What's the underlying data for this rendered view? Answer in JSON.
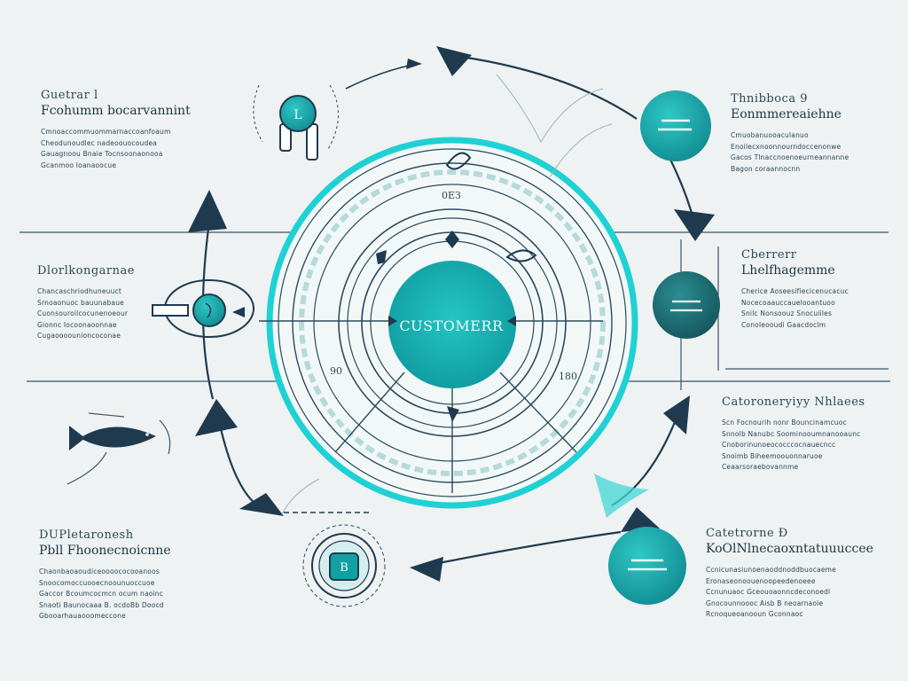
{
  "center": {
    "label": "CUSTOMERR"
  },
  "ring_labels": {
    "top": "0EЗ",
    "left": "90",
    "right": "180"
  },
  "blocks": {
    "top_left": {
      "heading": "Guetrar l",
      "subheading": "Fcohumm bocarvannint",
      "lines": [
        "Cmnoaccommuommarnaccoanfoaum",
        "Cheodunoudlec nadeoouocoudea",
        "Gauagnoou Bnaie Tocnsoonaonooa",
        "Gcanmoo Ioanaoocue"
      ]
    },
    "top_right": {
      "heading": "Thnibboca 9",
      "subheading": "Eonmmereaiehne",
      "lines": [
        "Cmuobanuooaculanuo",
        "Enoilecxnoonnourndoccenonwe",
        "Gacos Tlnaccnoenoeurneannanne",
        "Bagon coraannocnn"
      ]
    },
    "mid_left": {
      "heading": "Dlorlkongarnae",
      "subheading": "",
      "lines": [
        "Chancaschriodhuneuuct",
        "Srnoaonuoc bauunabaue",
        "Cuonsouroilcocunenoeour",
        "Gionnc Iocoonaoonnae",
        "Cugaoooounioncoconae"
      ]
    },
    "mid_right": {
      "heading": "Cberrerr",
      "subheading": "Lhelfhagemme",
      "lines": [
        "Cherice Aoseesifiecicenucacuc",
        "Nocecoaauccauelooantuoo",
        "Snilc Nonsoouz Snocuiiles",
        "Conoleooudi Gaacdoclm"
      ]
    },
    "low_right": {
      "heading": "Catoroneryiyy Nhlaees",
      "subheading": "",
      "lines": [
        "Scn Focnourih nonr Bouncinamcuoc",
        "Snnolb Nanubc Soominooumnanooaunc",
        "Cnoborinunoeococccocnauecncc",
        "Snoimb Biheemoouonnaruoe",
        "Ceaarsoraebovannme"
      ]
    },
    "bottom_left": {
      "heading": "DUPletaronesh",
      "subheading": "Pbll Fhoonecnoicnne",
      "lines": [
        "Chaonbaoaoudiceoooococooanoos",
        "Snoocomoccuooecnoounuoccuoe",
        "Gaccor Bcoumcocmcn ocum naoinc",
        "Snaoti Baunocaaa B. ocdoBb Doocd",
        "Gbooarhauaooomeccone"
      ]
    },
    "bottom_right": {
      "heading": "Catetrorne Ð",
      "subheading": "KoOlNlnecaoxntatuuuccee",
      "lines": [
        "Ccnicunasiunoenaoddnoddbuocaeme",
        "Eronaseonoouenoopeedenoeee",
        "Ccnunuaoc Gceouoaonncdeconoedl",
        "Gnocounnoooc Aisb B neoarnaoie",
        "Rcnoqueoanooun Gconnaoc"
      ]
    }
  },
  "colors": {
    "background": "#eef2f2",
    "teal": "#19aeb0",
    "teal_bright": "#1fd1d4",
    "navy": "#1f3a4f",
    "line": "#2c4a5e"
  },
  "icons": [
    "badge-icon",
    "lock-icon",
    "fish-icon",
    "document-icon",
    "list-icon"
  ]
}
